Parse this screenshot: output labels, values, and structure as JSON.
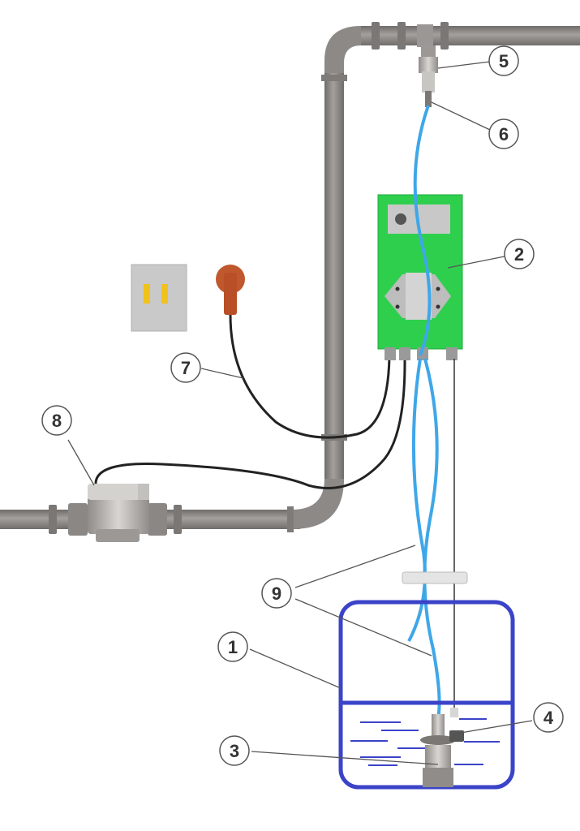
{
  "callouts": [
    {
      "id": "c1",
      "label": "1",
      "part": "tank"
    },
    {
      "id": "c2",
      "label": "2",
      "part": "dosing-pump"
    },
    {
      "id": "c3",
      "label": "3",
      "part": "foot-valve"
    },
    {
      "id": "c4",
      "label": "4",
      "part": "level-switch"
    },
    {
      "id": "c5",
      "label": "5",
      "part": "injection-fitting"
    },
    {
      "id": "c6",
      "label": "6",
      "part": "injection-tip"
    },
    {
      "id": "c7",
      "label": "7",
      "part": "power-cable"
    },
    {
      "id": "c8",
      "label": "8",
      "part": "water-meter"
    },
    {
      "id": "c9",
      "label": "9",
      "part": "tubing"
    }
  ],
  "colors": {
    "pipe": "#8c8986",
    "pipe_dark": "#6d6a67",
    "pump_body": "#2fcf4e",
    "tubing": "#3fa7e8",
    "tank_outline": "#3b43c8",
    "tank_liquid_lines": "#3b43c8",
    "cable": "#222222",
    "plug": "#c0582e",
    "socket": "#c9c9c9",
    "socket_slots": "#f2c21a"
  }
}
